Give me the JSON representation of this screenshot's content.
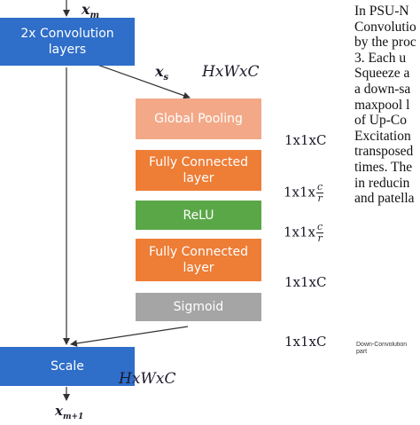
{
  "diagram": {
    "labels": {
      "x_m": "x",
      "x_m_sub": "m",
      "x_s": "x",
      "x_s_sub": "s",
      "x_m1": "x",
      "x_m1_sub": "m+1",
      "hwc_top": "HxWxC",
      "hwc_bottom": "HxWxC"
    },
    "boxes": {
      "conv": "2x Convolution\nlayers",
      "global_pooling": "Global Pooling",
      "fc1": "Fully Connected\nlayer",
      "relu": "ReLU",
      "fc2": "Fully Connected\nlayer",
      "sigmoid": "Sigmoid",
      "scale": "Scale"
    },
    "dims": {
      "d1": "1x1xC",
      "d2_prefix": "1x1x",
      "d2_num": "c",
      "d2_den": "r",
      "d3_prefix": "1x1x",
      "d3_num": "c",
      "d3_den": "r",
      "d4": "1x1xC",
      "d5": "1x1xC"
    },
    "colors": {
      "blue": "#2f6ec9",
      "light_orange": "#f3a988",
      "orange": "#ee7d36",
      "green": "#5aa748",
      "gray": "#a5a5a5"
    }
  },
  "paper_text": {
    "lines": [
      "In PSU-N",
      "Convolutio",
      "by the proc",
      "3. Each u",
      "Squeeze a",
      "a down-sa",
      "maxpool l",
      "of Up-Co",
      "Excitation",
      "transposed",
      "times. The",
      "in reducin",
      "and patella"
    ],
    "caption": "Down-Convolution\npart"
  }
}
